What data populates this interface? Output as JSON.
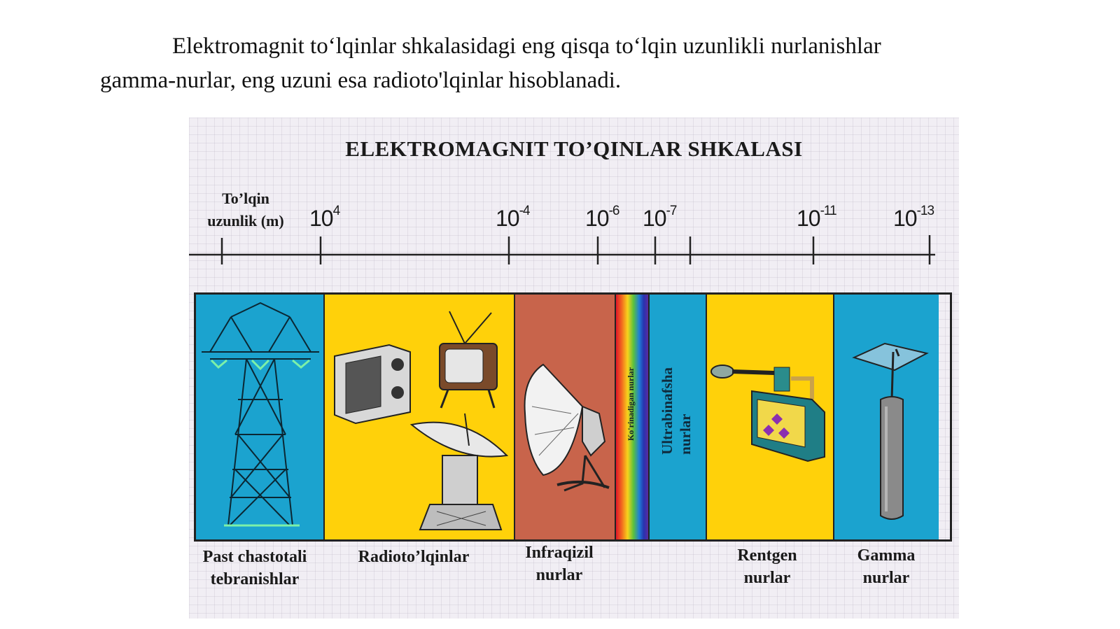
{
  "intro": {
    "line1": "Elektromagnit to‘lqinlar shkalasidagi eng qisqa to‘lqin uzunlikli nurlanishlar",
    "line2": "gamma-nurlar, eng uzuni esa radioto'lqinlar hisoblanadi."
  },
  "diagram": {
    "title": "ELEKTROMAGNIT TO’QINLAR SHKALASI",
    "axis_label_line1": "To’lqin",
    "axis_label_line2": "uzunlik (m)",
    "ticks": [
      {
        "base": "10",
        "exp": "4"
      },
      {
        "base": "10",
        "exp": "-4"
      },
      {
        "base": "10",
        "exp": "-6"
      },
      {
        "base": "10",
        "exp": "-7"
      },
      {
        "base": "10",
        "exp": "-11"
      },
      {
        "base": "10",
        "exp": "-13"
      }
    ],
    "bands": {
      "low_freq": {
        "line1": "Past chastotali",
        "line2": "tebranishlar",
        "color": "#1ba3cf"
      },
      "radio": {
        "label": "Radioto’lqinlar",
        "color": "#ffd10a"
      },
      "infrared": {
        "line1": "Infraqizil",
        "line2": "nurlar",
        "color": "#c8644b"
      },
      "visible": {
        "label": "Ko'rinadigan nurlar"
      },
      "ultraviolet": {
        "line1": "Ultrabinafsha",
        "line2": "nurlar",
        "color": "#1ba3cf"
      },
      "xray": {
        "line1": "Rentgen",
        "line2": "nurlar",
        "color": "#ffd10a"
      },
      "gamma": {
        "line1": "Gamma",
        "line2": "nurlar",
        "color": "#1ba3cf"
      }
    }
  }
}
